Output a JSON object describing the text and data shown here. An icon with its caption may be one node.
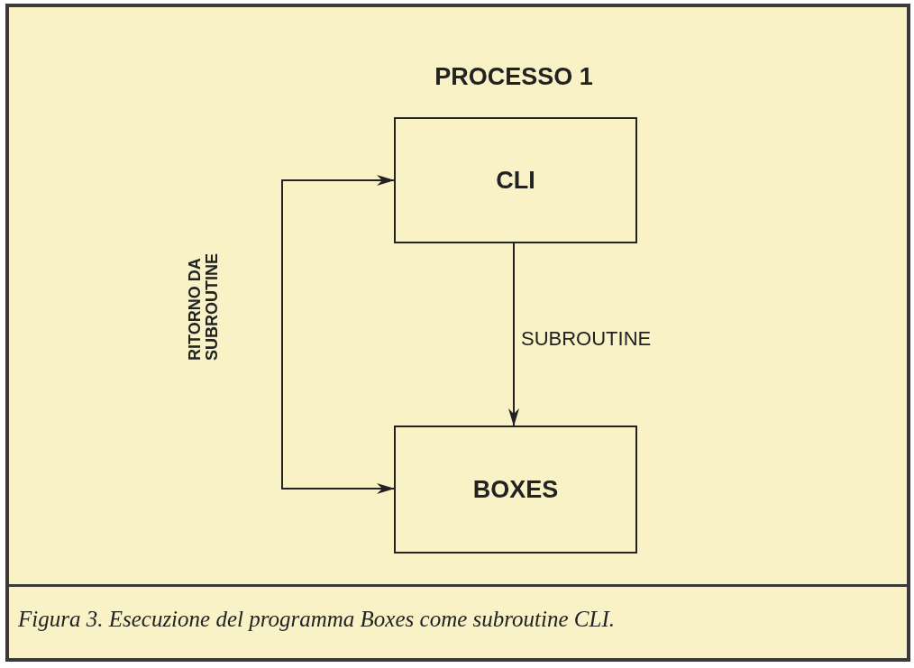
{
  "diagram": {
    "title": "PROCESSO 1",
    "caption": "Figura 3. Esecuzione del programma Boxes come subroutine CLI.",
    "nodes": [
      {
        "text": [
          "CLI"
        ]
      },
      {
        "text": [
          "BOXES"
        ]
      }
    ],
    "edges": [
      {
        "from": 0,
        "to": 1,
        "arrow": "to",
        "label": "SUBROUTINE"
      },
      {
        "from": 1,
        "to": 0,
        "arrow": "both",
        "label": "RITORNO DA SUBROUTINE"
      }
    ]
  }
}
